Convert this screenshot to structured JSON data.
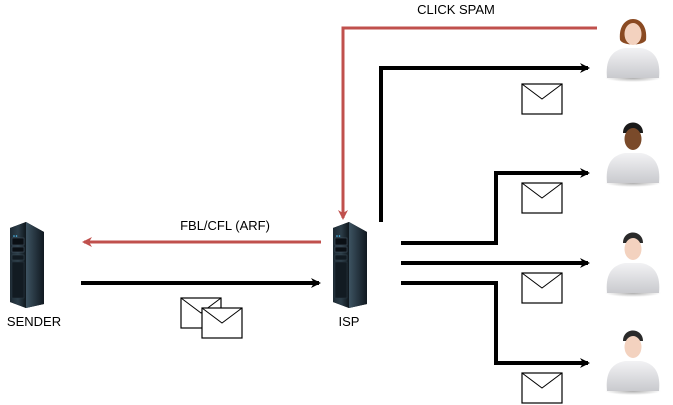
{
  "diagram": {
    "nodes": {
      "sender": {
        "label": "SENDER",
        "icon": "server-tower-icon"
      },
      "isp": {
        "label": "ISP",
        "icon": "server-tower-icon"
      },
      "recipients": [
        {
          "id": "recipient-1",
          "icon": "user-female-icon",
          "skin": "#f3d2bf",
          "hair": "#8a4a22"
        },
        {
          "id": "recipient-2",
          "icon": "user-male-dark-icon",
          "skin": "#7a4a2a",
          "hair": "#1a1a1a"
        },
        {
          "id": "recipient-3",
          "icon": "user-male-icon",
          "skin": "#f3d2bf",
          "hair": "#2a2a2a"
        },
        {
          "id": "recipient-4",
          "icon": "user-male-icon",
          "skin": "#f3d2bf",
          "hair": "#2a2a2a"
        }
      ]
    },
    "edges": {
      "click_spam": {
        "label": "CLICK SPAM",
        "color": "#c0504d"
      },
      "fbl": {
        "label": "FBL/CFL (ARF)",
        "color": "#c0504d"
      },
      "mail_color": "#000000"
    }
  }
}
